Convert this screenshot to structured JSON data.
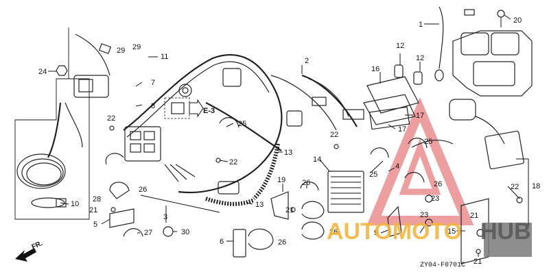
{
  "diagram": {
    "code": "ZY04-F0701C",
    "front_label": "FR.",
    "ref_label": "E-3",
    "callouts": {
      "c1": "1",
      "c2": "2",
      "c3": "3",
      "c4": "4",
      "c5": "5",
      "c6": "6",
      "c7": "7",
      "c8": "8",
      "c9": "9",
      "c10": "10",
      "c11": "11",
      "c12a": "12",
      "c12b": "12",
      "c13a": "13",
      "c13b": "13",
      "c14": "14",
      "c15": "15",
      "c16": "16",
      "c17a": "17",
      "c17b": "17",
      "c18": "18",
      "c19": "19",
      "c20": "20",
      "c21a": "21",
      "c21b": "21",
      "c21c": "21",
      "c21d": "21",
      "c22a": "22",
      "c22b": "22",
      "c22c": "22",
      "c22d": "22",
      "c23a": "23",
      "c23b": "23",
      "c24": "24",
      "c25a": "25",
      "c25b": "25",
      "c25c": "25",
      "c26a": "26",
      "c26b": "26",
      "c26c": "26",
      "c26d": "26",
      "c26e": "26",
      "c27": "27",
      "c28": "28",
      "c29a": "29",
      "c29b": "29",
      "c30": "30"
    }
  },
  "watermark": {
    "brand_left": "AUTOMOTO",
    "brand_right": "HUB",
    "color_left": "#f4b63f",
    "color_right": "#5a5a5a",
    "triangle_color": "#e05050"
  }
}
